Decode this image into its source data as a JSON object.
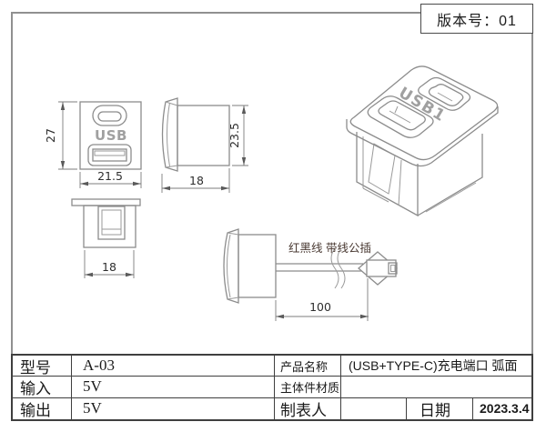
{
  "page": {
    "bg": "#ffffff",
    "border_color": "#909090",
    "table_border_color": "#3f3f3f"
  },
  "version_box": {
    "text": "版本号：01"
  },
  "drawing": {
    "front_view": {
      "usb_label": "USB",
      "dim_height": "27",
      "dim_width": "21.5"
    },
    "side_view": {
      "dim_height": "23.5",
      "dim_depth": "18"
    },
    "bottom_view": {
      "dim_width": "18"
    },
    "iso_view": {
      "port_label": "USB1"
    },
    "wire_view": {
      "annotation": "红黑线 带线公插",
      "dim_length": "100"
    }
  },
  "colors": {
    "object_line": "#8c8c8c",
    "dimension_line": "#7d7d7d",
    "dimension_text": "#2e2e2e",
    "port_label_gray": "#a0a0a0",
    "annotation_text": "#4a3a33"
  },
  "spec_table": {
    "model": {
      "label": "型号",
      "value": "A-03"
    },
    "input": {
      "label": "输入",
      "value": "5V"
    },
    "output": {
      "label": "输出",
      "value": "5V"
    },
    "product_name": {
      "label": "产品名称",
      "value": "(USB+TYPE-C)充电端口  弧面"
    },
    "material": {
      "label": "主体件材质",
      "value": ""
    },
    "author": {
      "label": "制表人",
      "value": ""
    },
    "date": {
      "label": "日期",
      "value": "2023.3.4"
    }
  }
}
